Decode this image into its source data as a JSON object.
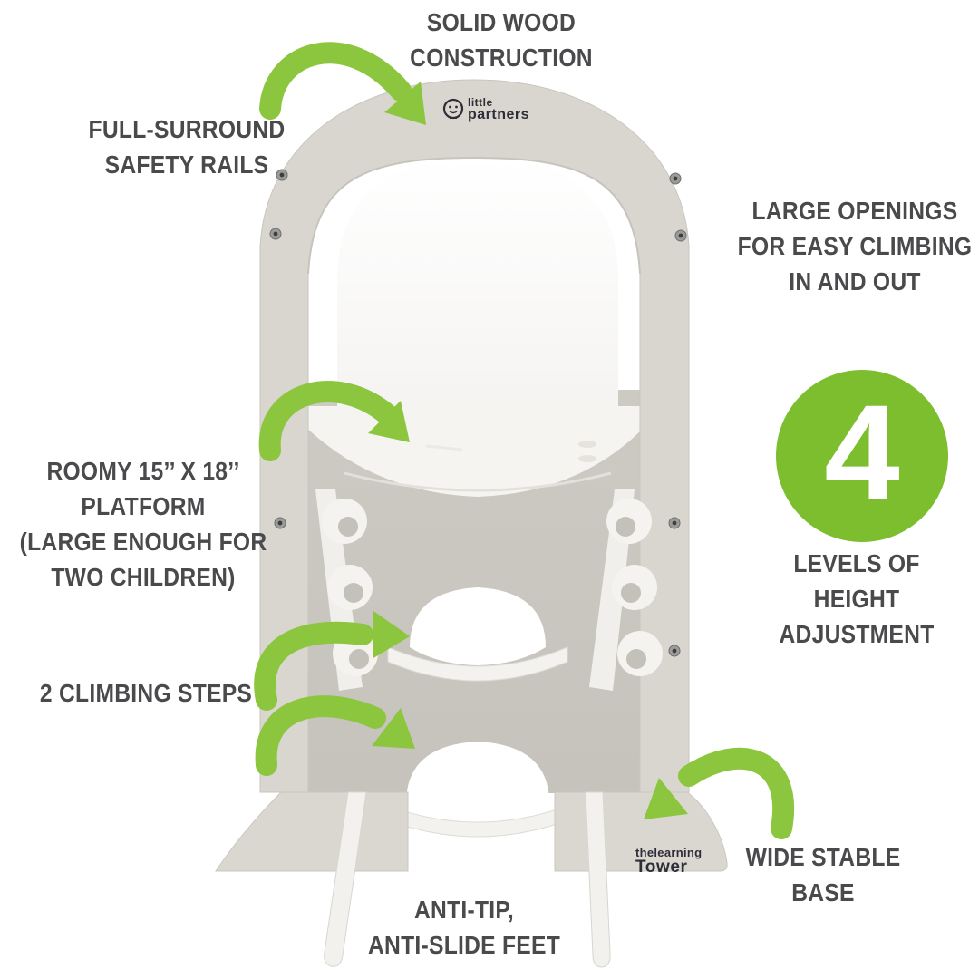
{
  "colors": {
    "arrow_green": "#8cc63e",
    "badge_green": "#7cbe2d",
    "text_gray": "#4a4a4c",
    "frame_wood": "#d9d5cf",
    "recessed_panel": "#c9c5bf",
    "logo_ink": "#2e2e38"
  },
  "logos": {
    "little_partners": {
      "line1": "little",
      "line2": "partners"
    },
    "learning_tower": {
      "line1": "thelearning",
      "line2": "Tower"
    }
  },
  "callouts": {
    "solid_wood": {
      "line1": "SOLID WOOD",
      "line2": "CONSTRUCTION"
    },
    "safety_rails": {
      "line1": "FULL-SURROUND",
      "line2": "SAFETY RAILS"
    },
    "large_openings": {
      "line1": "LARGE OPENINGS",
      "line2": "FOR EASY CLIMBING",
      "line3": "IN AND OUT"
    },
    "platform": {
      "line1": "ROOMY 15’’ X 18’’",
      "line2": "PLATFORM",
      "line3": "(LARGE ENOUGH FOR",
      "line4": "TWO CHILDREN)"
    },
    "steps": {
      "line1": "2 CLIMBING STEPS"
    },
    "base": {
      "line1": "WIDE STABLE",
      "line2": "BASE"
    },
    "feet": {
      "line1": "ANTI-TIP,",
      "line2": "ANTI-SLIDE FEET"
    }
  },
  "badge": {
    "number": "4",
    "line1": "LEVELS OF",
    "line2": "HEIGHT",
    "line3": "ADJUSTMENT"
  }
}
